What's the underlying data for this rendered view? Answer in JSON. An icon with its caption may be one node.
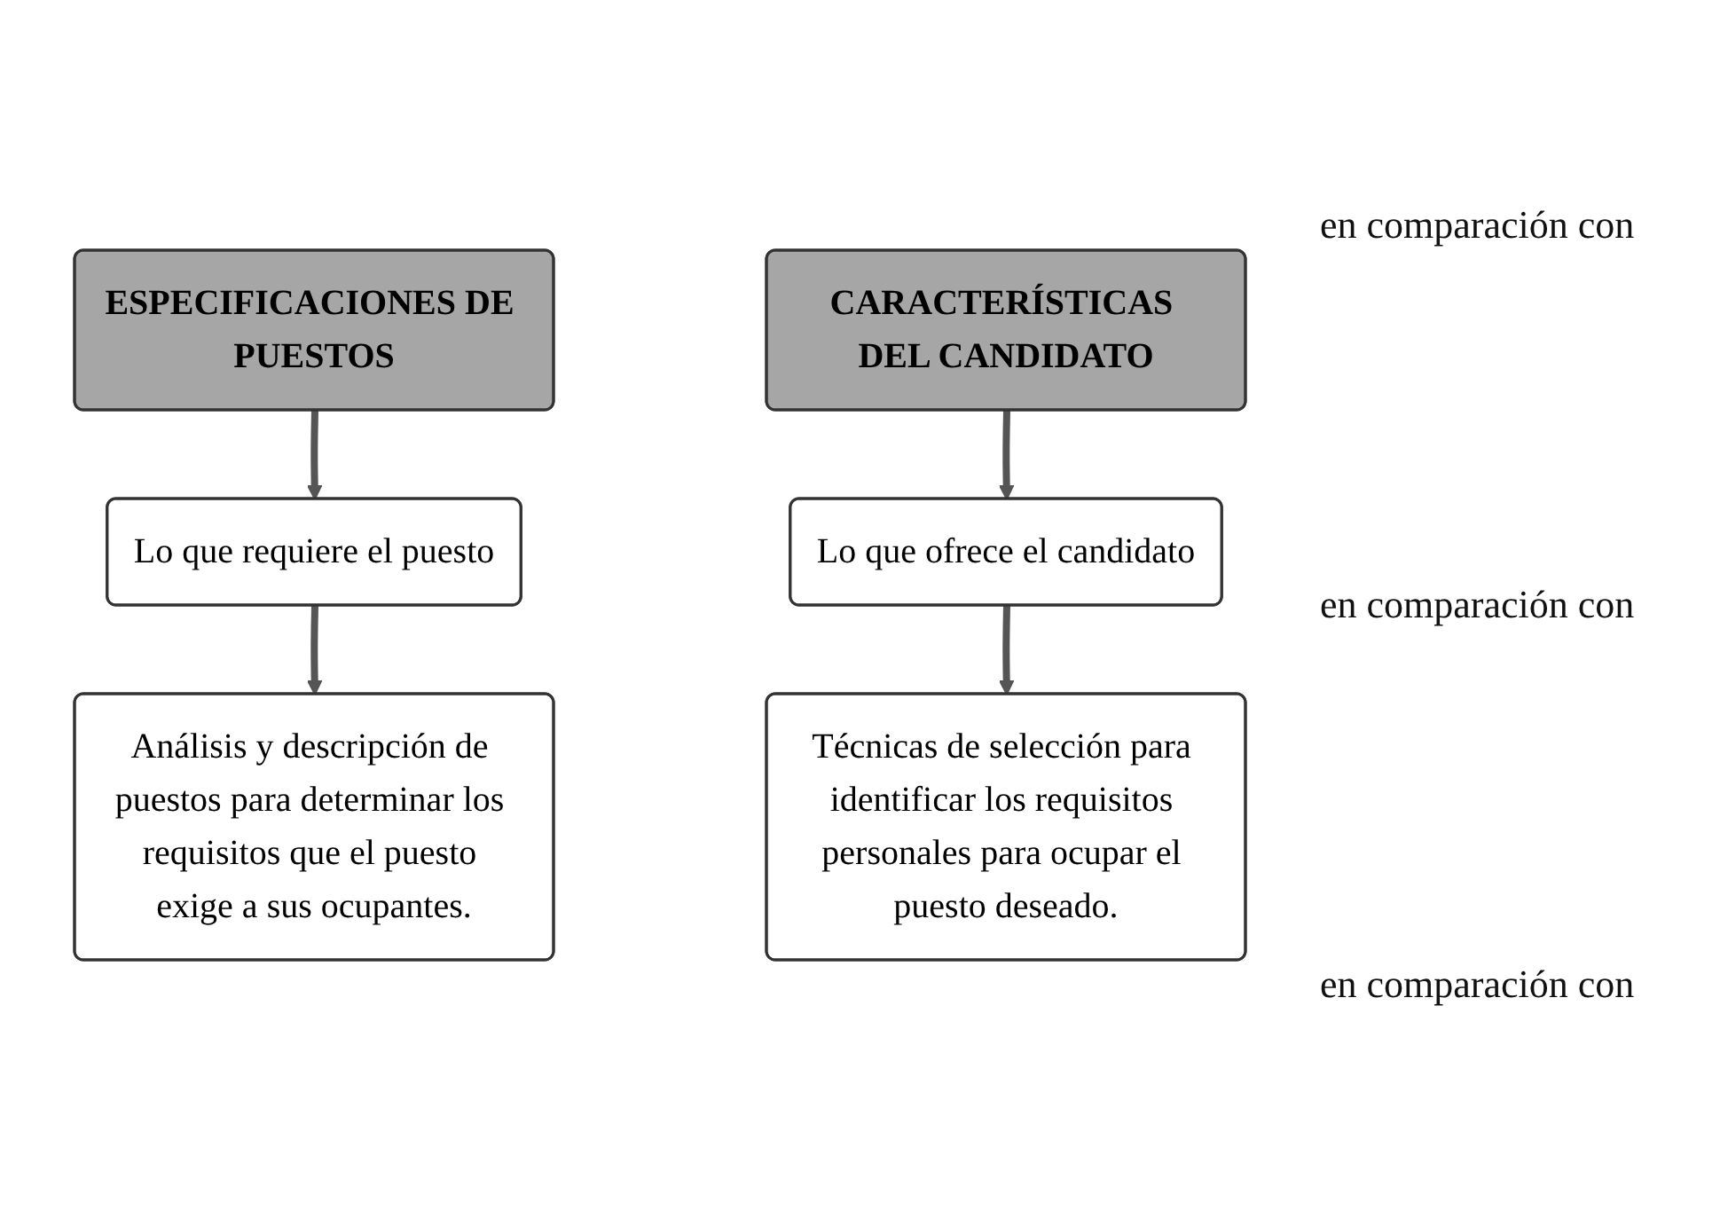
{
  "diagram": {
    "nodes": [
      {
        "text": [
          "ESPECIFICACIONES DE PUESTOS"
        ]
      },
      {
        "text": [
          "CARACTERÍSTICAS DEL CANDIDATO"
        ]
      },
      {
        "text": [
          "Lo que requiere el puesto"
        ]
      },
      {
        "text": [
          "Lo que ofrece el candidato"
        ]
      },
      {
        "text": [
          "Análisis y descripción de puestos para determinar los requisitos que el puesto exige a sus ocupantes."
        ]
      },
      {
        "text": [
          "Técnicas de selección para identificar los requisitos personales para ocupar el puesto deseado."
        ]
      }
    ],
    "edges": [
      {
        "from": 0,
        "to": 2,
        "arrow": "to"
      },
      {
        "from": 1,
        "to": 3,
        "arrow": "to"
      },
      {
        "from": 2,
        "to": 4,
        "arrow": "to"
      },
      {
        "from": 3,
        "to": 5,
        "arrow": "to"
      }
    ],
    "labels": [
      "en comparación con",
      "en comparación con",
      "en comparación con"
    ]
  }
}
